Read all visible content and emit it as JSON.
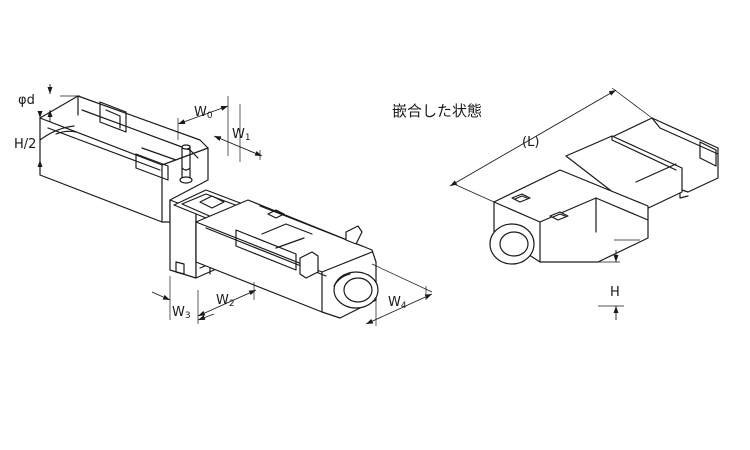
{
  "title": "嵌合した状態",
  "dimensions": {
    "phi_d": "φd",
    "h_half": "H/2",
    "w0": {
      "base": "W",
      "sub": "0"
    },
    "w1": {
      "base": "W",
      "sub": "1"
    },
    "w2": {
      "base": "W",
      "sub": "2"
    },
    "w3": {
      "base": "W",
      "sub": "3"
    },
    "w4": {
      "base": "W",
      "sub": "4"
    },
    "length": "(L)",
    "height": "H"
  }
}
